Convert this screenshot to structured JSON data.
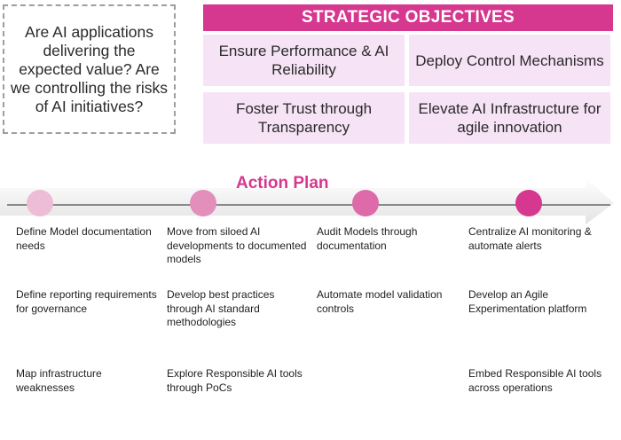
{
  "question": "Are AI applications delivering the expected value? Are we controlling the risks of AI initiatives?",
  "objectives": {
    "header": "STRATEGIC OBJECTIVES",
    "items": [
      "Ensure Performance & AI Reliability",
      "Deploy Control Mechanisms",
      "Foster Trust through Transparency",
      "Elevate AI Infrastructure for agile innovation"
    ]
  },
  "action_plan": {
    "title": "Action Plan",
    "milestone_colors": [
      "#edbcd6",
      "#e28fbc",
      "#df6aaa",
      "#d6378f"
    ],
    "columns": [
      {
        "steps": [
          "Define Model documentation needs",
          "Define reporting requirements for governance",
          "Map infrastructure weaknesses"
        ]
      },
      {
        "steps": [
          "Move from siloed AI developments to documented models",
          "Develop best practices through AI standard methodologies",
          "Explore Responsible AI tools through PoCs"
        ]
      },
      {
        "steps": [
          "Audit Models through documentation",
          "Automate model validation controls",
          ""
        ]
      },
      {
        "steps": [
          "Centralize AI monitoring & automate alerts",
          "Develop an Agile Experimentation platform",
          "Embed Responsible AI tools across operations"
        ]
      }
    ]
  }
}
